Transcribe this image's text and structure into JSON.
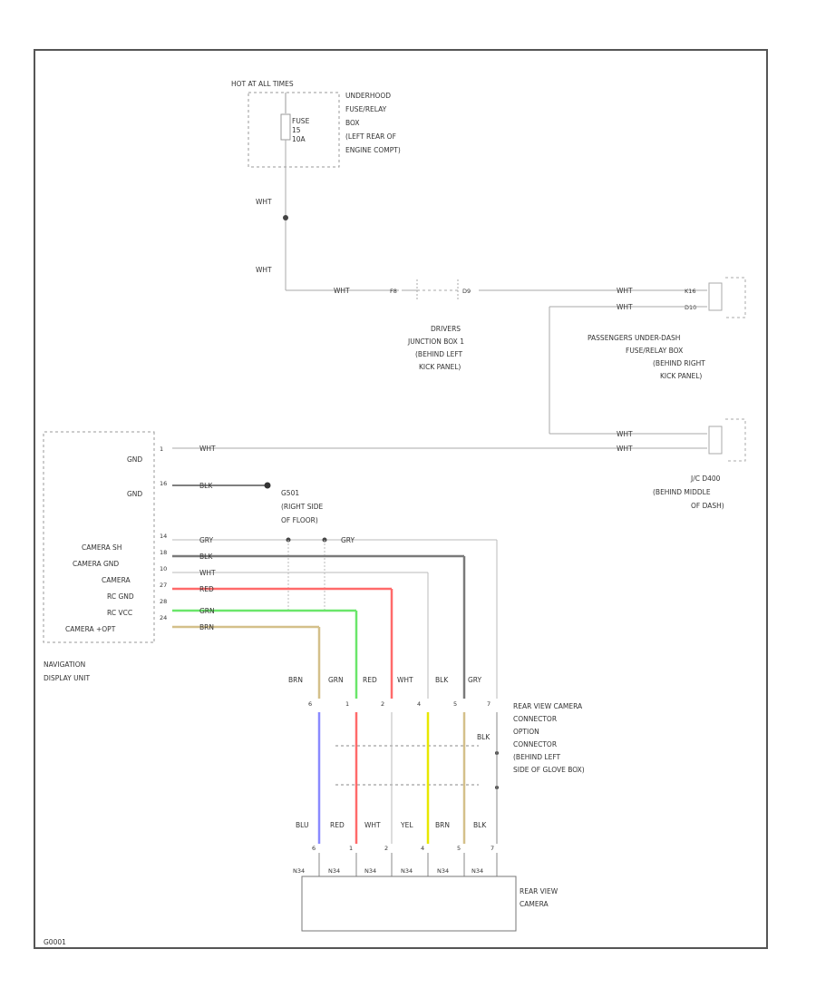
{
  "power": {
    "title": "HOT AT ALL TIMES",
    "fuse_name": "FUSE",
    "fuse_num": "15",
    "fuse_amp": "10A"
  },
  "underhood_box": [
    "UNDERHOOD",
    "FUSE/RELAY",
    "BOX",
    "(LEFT REAR OF",
    "ENGINE COMPT)"
  ],
  "wire_colors": {
    "wht": "WHT",
    "blk": "BLK",
    "gry": "GRY",
    "red": "RED",
    "grn": "GRN",
    "brn": "BRN",
    "blu": "BLU",
    "yel": "YEL"
  },
  "drivers_jb": {
    "pin_in": "F8",
    "pin_out": "D9",
    "label": [
      "DRIVERS",
      "JUNCTION BOX 1",
      "(BEHIND LEFT",
      "KICK PANEL)"
    ]
  },
  "passengers_box": {
    "pin_1": "K16",
    "pin_2": "D10",
    "label": [
      "PASSENGERS UNDER-DASH",
      "FUSE/RELAY BOX",
      "(BEHIND RIGHT",
      "KICK PANEL)"
    ]
  },
  "jc": {
    "label": [
      "J/C D400",
      "(BEHIND MIDDLE",
      "OF DASH)"
    ]
  },
  "ground": {
    "label": [
      "G501",
      "(RIGHT SIDE",
      "OF FLOOR)"
    ]
  },
  "nav_unit": {
    "label": [
      "NAVIGATION",
      "DISPLAY UNIT"
    ],
    "pins": [
      {
        "name": "GND",
        "pin": "1"
      },
      {
        "name": "GND",
        "pin": "16"
      },
      {
        "name": "CAMERA SH",
        "pin": "14"
      },
      {
        "name": "CAMERA GND",
        "pin": "18"
      },
      {
        "name": "CAMERA",
        "pin": "10"
      },
      {
        "name": "RC GND",
        "pin": "27"
      },
      {
        "name": "RC VCC",
        "pin": "28"
      },
      {
        "name": "CAMERA +OPT",
        "pin": "24"
      }
    ]
  },
  "option_connector": {
    "upper_colors": [
      "BRN",
      "GRN",
      "RED",
      "WHT",
      "BLK",
      "GRY"
    ],
    "upper_pins": [
      "6",
      "1",
      "2",
      "4",
      "5",
      "7"
    ],
    "lower_colors": [
      "BLU",
      "RED",
      "WHT",
      "YEL",
      "BRN",
      "BLK"
    ],
    "lower_pins": [
      "6",
      "1",
      "2",
      "4",
      "5",
      "7"
    ],
    "side_label": "BLK",
    "label": [
      "REAR VIEW CAMERA",
      "CONNECTOR",
      "OPTION",
      "CONNECTOR",
      "(BEHIND LEFT",
      "SIDE OF GLOVE BOX)"
    ]
  },
  "camera": {
    "pins": [
      "N34",
      "N34",
      "N34",
      "N34",
      "N34",
      "N34"
    ],
    "label": [
      "REAR VIEW",
      "CAMERA"
    ]
  },
  "diagram_code": "G0001",
  "colors": {
    "wire_default": "#aaaaaa",
    "wire_gray": "#7a7a7a",
    "red": "#ff6a6a",
    "green": "#6ae66a",
    "tan": "#d4c08a",
    "blue": "#8a8aff",
    "yellow": "#e8e800"
  }
}
